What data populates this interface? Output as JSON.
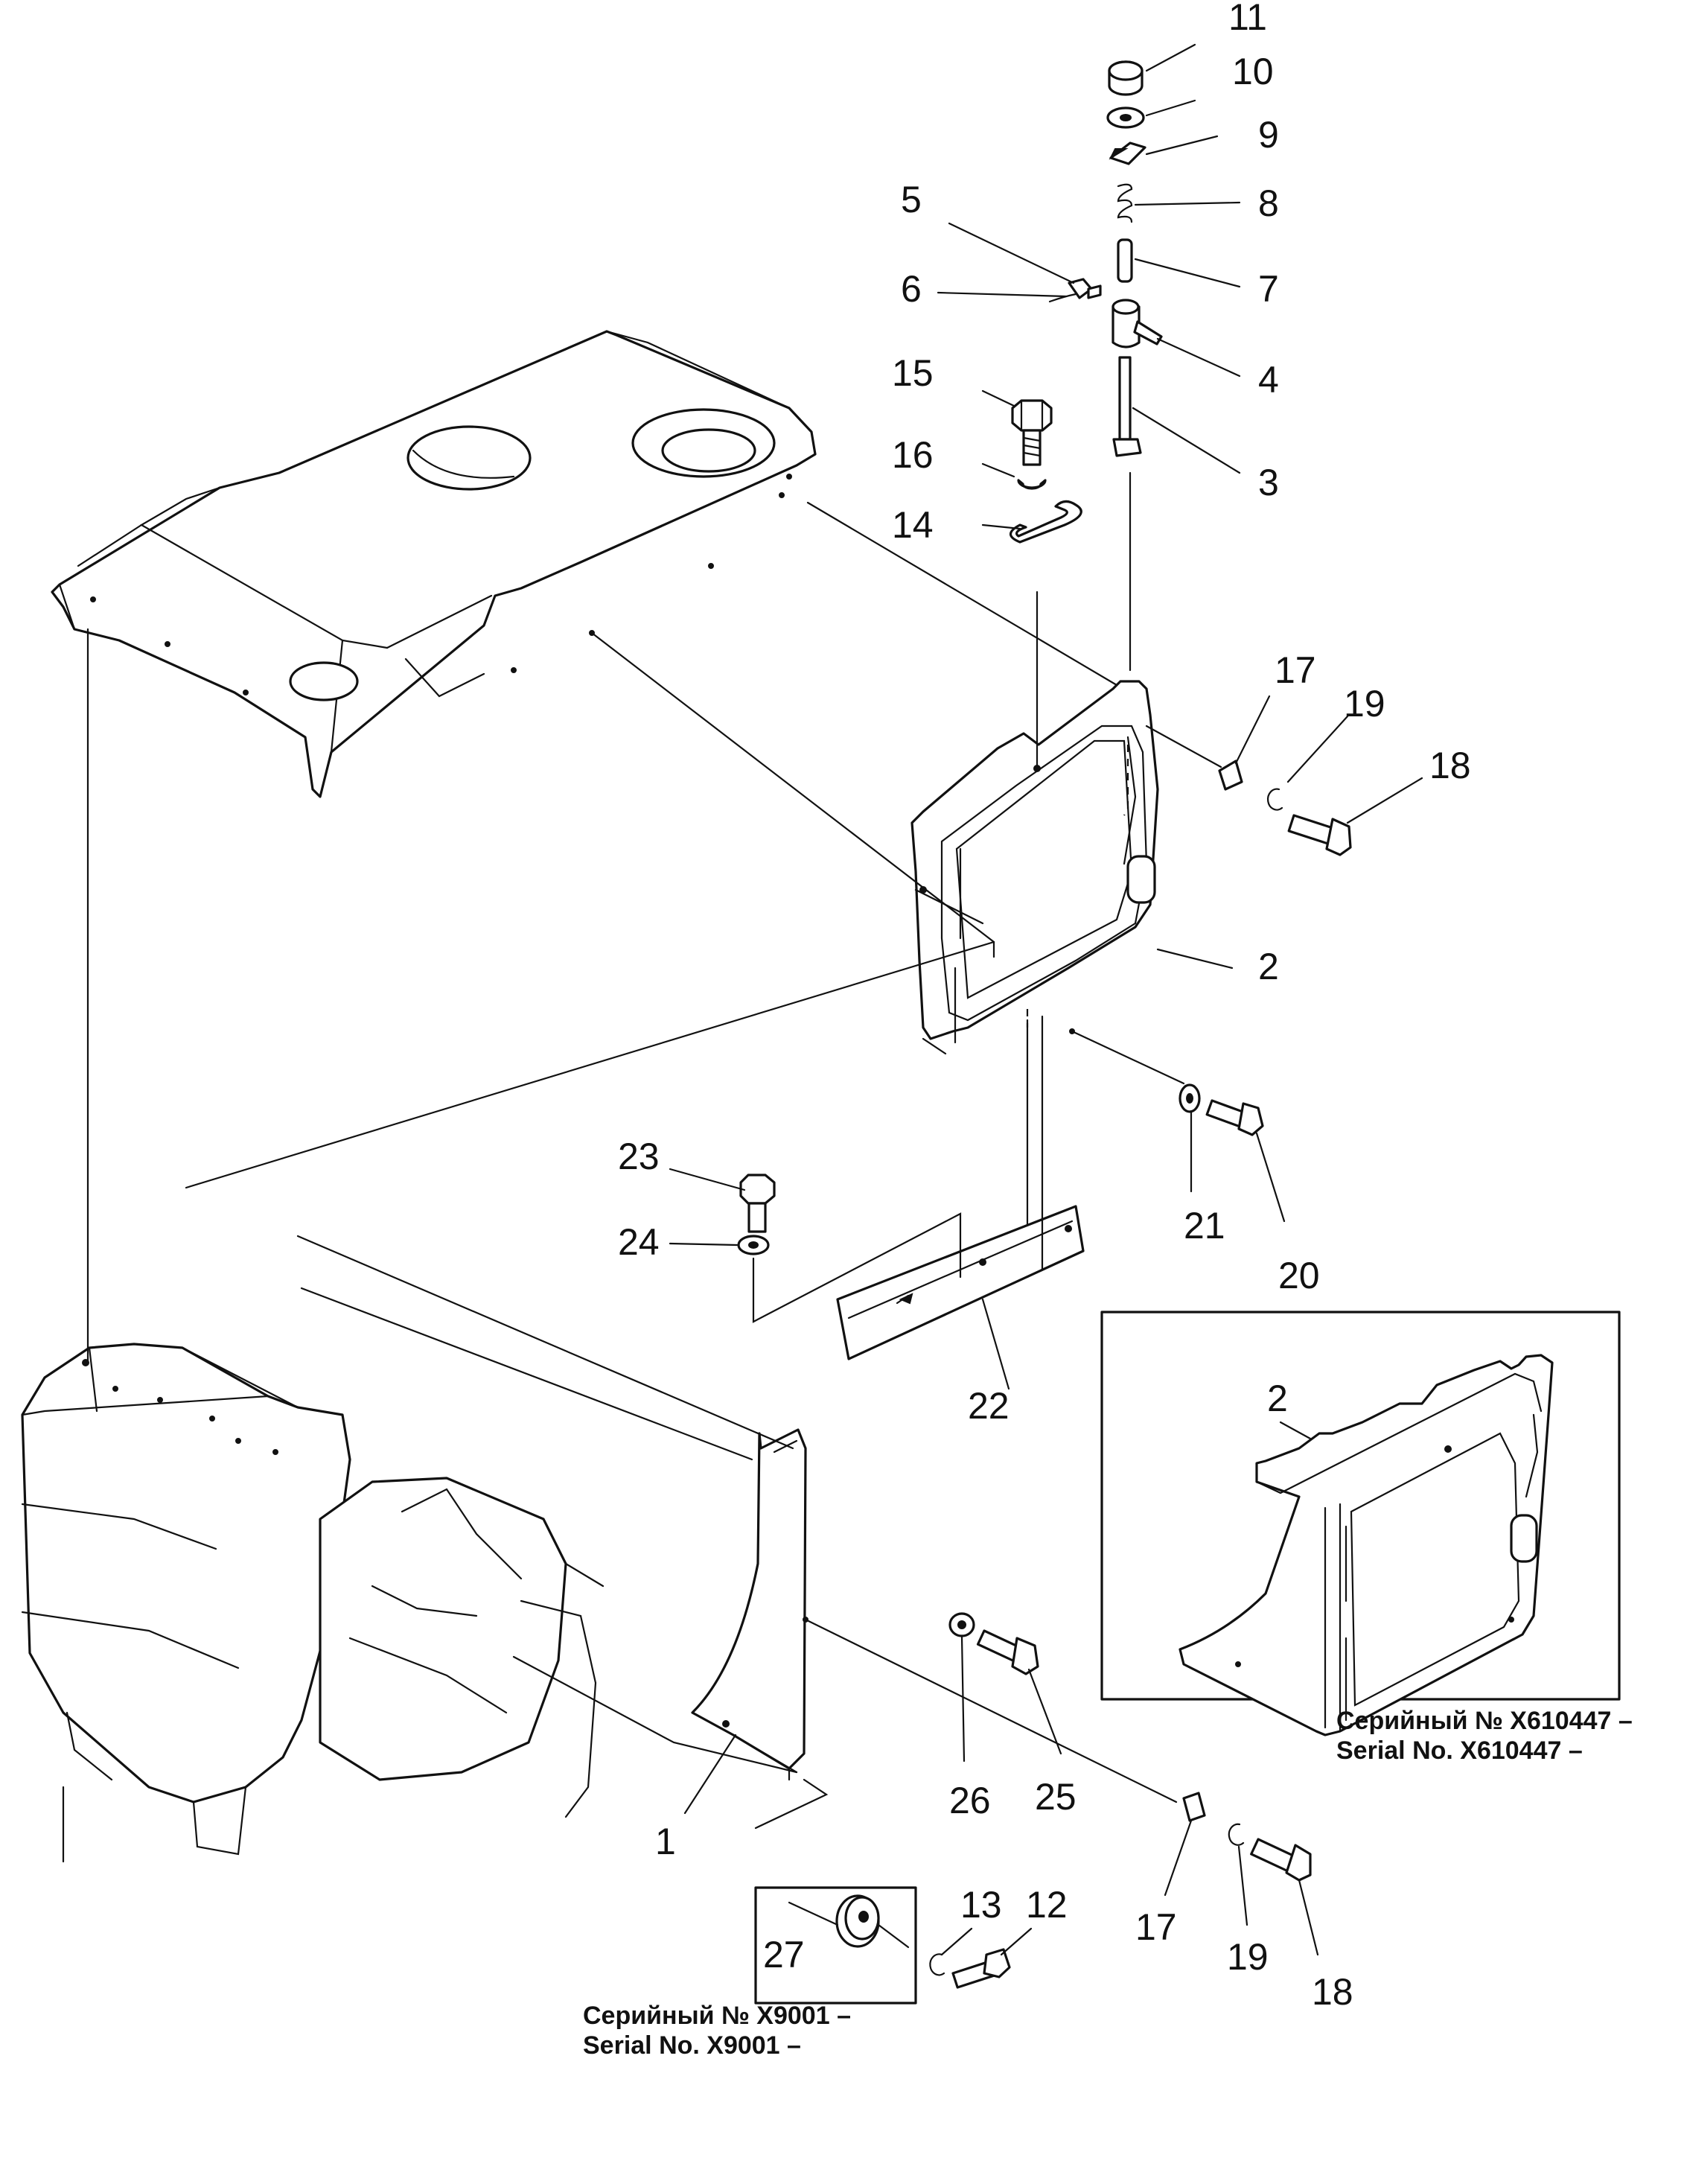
{
  "callouts": [
    {
      "id": "c11",
      "label": "11"
    },
    {
      "id": "c10",
      "label": "10"
    },
    {
      "id": "c9",
      "label": "9"
    },
    {
      "id": "c8",
      "label": "8"
    },
    {
      "id": "c5",
      "label": "5"
    },
    {
      "id": "c6",
      "label": "6"
    },
    {
      "id": "c7",
      "label": "7"
    },
    {
      "id": "c4",
      "label": "4"
    },
    {
      "id": "c15",
      "label": "15"
    },
    {
      "id": "c16",
      "label": "16"
    },
    {
      "id": "c3",
      "label": "3"
    },
    {
      "id": "c14",
      "label": "14"
    },
    {
      "id": "c17a",
      "label": "17"
    },
    {
      "id": "c19a",
      "label": "19"
    },
    {
      "id": "c18a",
      "label": "18"
    },
    {
      "id": "c2a",
      "label": "2"
    },
    {
      "id": "c23",
      "label": "23"
    },
    {
      "id": "c24",
      "label": "24"
    },
    {
      "id": "c21",
      "label": "21"
    },
    {
      "id": "c20",
      "label": "20"
    },
    {
      "id": "c22",
      "label": "22"
    },
    {
      "id": "c2b",
      "label": "2"
    },
    {
      "id": "c26",
      "label": "26"
    },
    {
      "id": "c25",
      "label": "25"
    },
    {
      "id": "c1",
      "label": "1"
    },
    {
      "id": "c13",
      "label": "13"
    },
    {
      "id": "c12",
      "label": "12"
    },
    {
      "id": "c17b",
      "label": "17"
    },
    {
      "id": "c19b",
      "label": "19"
    },
    {
      "id": "c18b",
      "label": "18"
    },
    {
      "id": "c27",
      "label": "27"
    }
  ],
  "serials": {
    "inset_right_ru": "Серийный № X610447 –",
    "inset_right_en": "Serial No. X610447 –",
    "inset_left_ru": "Серийный № X9001 –",
    "inset_left_en": "Serial No. X9001 –"
  }
}
